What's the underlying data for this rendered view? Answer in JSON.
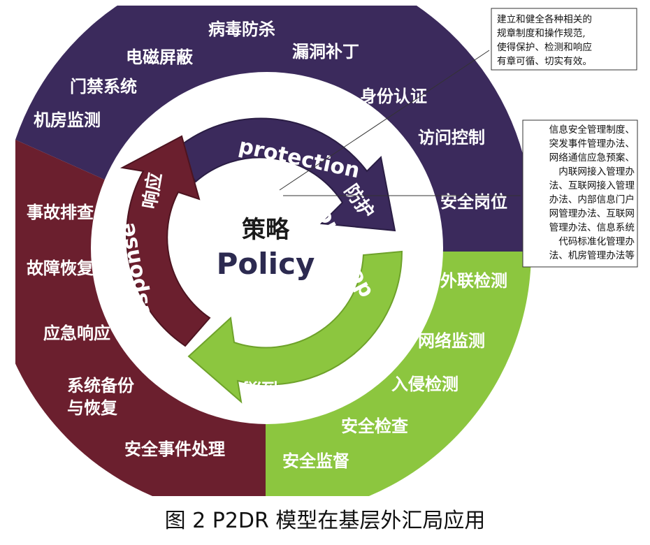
{
  "center": {
    "title_cn": "策略",
    "title_en": "Policy"
  },
  "arrows": {
    "protection": {
      "en": "protection",
      "cn": "防护"
    },
    "detection": {
      "en": "detection",
      "cn": "检测"
    },
    "response": {
      "en": "response",
      "cn": "响应"
    }
  },
  "ring": {
    "protection_items": [
      "病毒防杀",
      "电磁屏蔽",
      "漏洞补丁",
      "门禁系统",
      "身份认证",
      "机房监测",
      "访问控制",
      "安全岗位"
    ],
    "detection_items": [
      "外联检测",
      "网络监测",
      "入侵检测",
      "安全检查",
      "安全监督"
    ],
    "response_items": [
      "事故排查",
      "故障恢复",
      "应急响应",
      "系统备份",
      "与恢复",
      "安全事件处理"
    ]
  },
  "callouts": {
    "top": [
      "建立和健全各种相关的",
      "规章制度和操作规范,",
      "使得保护、检测和响应",
      "有章可循、切实有效。"
    ],
    "right": [
      "信息安全管理制度、",
      "突发事件管理办法、",
      "网络通信应急预案、",
      "内联网接入管理办",
      "法、互联网接入管理",
      "办法、内部信息门户",
      "网管理办法、互联网",
      "管理办法、信息系统",
      "代码标准化管理办",
      "法、机房管理办法等"
    ]
  },
  "caption": "图 2   P2DR 模型在基层外汇局应用",
  "colors": {
    "protection": "#3b2a5c",
    "detection": "#8cc63f",
    "response": "#6b1f2e",
    "protection_text": "#ffffff",
    "response_text": "#ffffff"
  }
}
